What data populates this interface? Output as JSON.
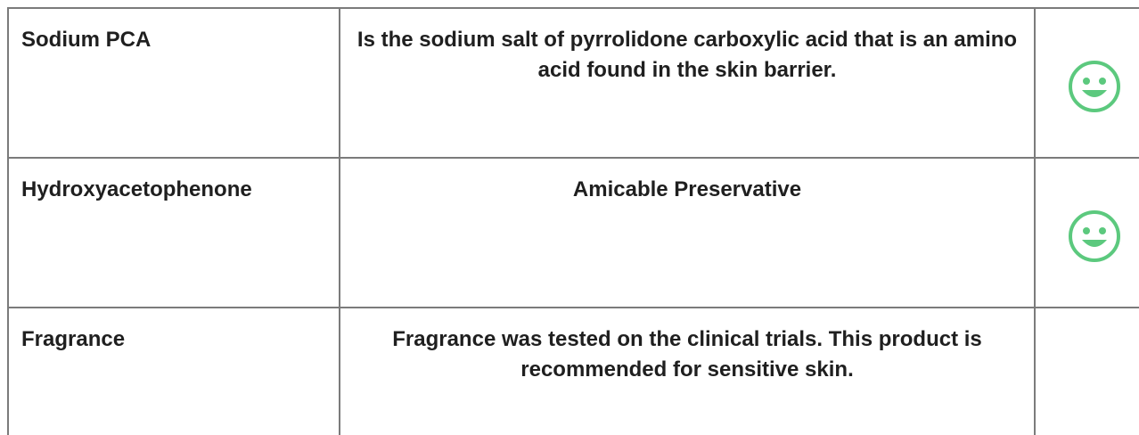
{
  "rows": [
    {
      "ingredient": "Sodium PCA",
      "description": "Is the sodium salt of pyrrolidone carboxylic acid that is an amino acid found in the skin barrier.",
      "rating_icon": "smile-icon"
    },
    {
      "ingredient": "Hydroxyacetophenone",
      "description": "Amicable Preservative",
      "rating_icon": "smile-icon"
    },
    {
      "ingredient": "Fragrance",
      "description": "Fragrance was tested on the clinical trials. This product is recommended for sensitive skin."
    }
  ],
  "colors": {
    "border": "#7b7b7b",
    "text": "#1f1f1f",
    "description_blue": "#1b2a4e",
    "smile_green": "#5cc97e"
  }
}
